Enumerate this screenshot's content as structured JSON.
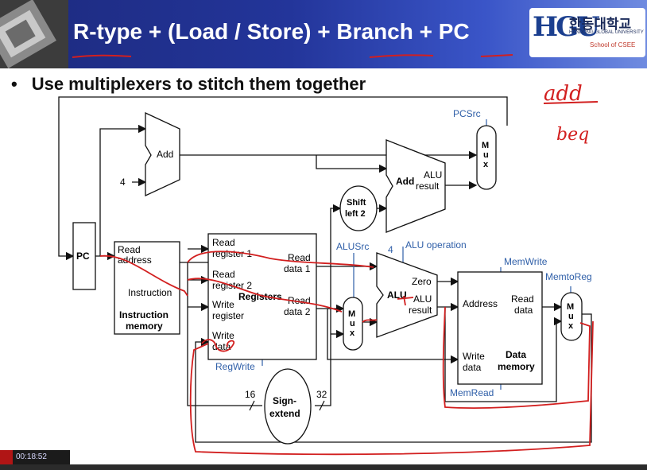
{
  "slide": {
    "title": "R-type + (Load / Store) + Branch + PC",
    "bullet": "Use multiplexers to stitch them together",
    "logo": {
      "mark": "HGU",
      "korean": "한동대학교",
      "english": "HANDONG GLOBAL UNIVERSITY",
      "school": "School of CSEE"
    },
    "recording_time": "00:18:52"
  },
  "diagram": {
    "pc": "PC",
    "add_top": "Add",
    "const_four": "4",
    "branch_add": "Add",
    "alu_result_label_1": "ALU",
    "alu_result_label_2": "result",
    "shift_1": "Shift",
    "shift_2": "left 2",
    "pcsrc": "PCSrc",
    "mux_letters": [
      "M",
      "u",
      "x"
    ],
    "imem_read_1": "Read",
    "imem_read_2": "address",
    "imem_instruction": "Instruction",
    "imem_name_1": "Instruction",
    "imem_name_2": "memory",
    "reg_read1_a": "Read",
    "reg_read1_b": "register 1",
    "reg_read2_a": "Read",
    "reg_read2_b": "register 2",
    "reg_write_a": "Write",
    "reg_write_b": "register",
    "reg_wdata_a": "Write",
    "reg_wdata_b": "data",
    "registers": "Registers",
    "read_data1_a": "Read",
    "read_data1_b": "data 1",
    "read_data2_a": "Read",
    "read_data2_b": "data 2",
    "regwrite": "RegWrite",
    "alusrc": "ALUSrc",
    "alu_op_4": "4",
    "alu_operation": "ALU operation",
    "alu": "ALU",
    "zero": "Zero",
    "alu_res_1": "ALU",
    "alu_res_2": "result",
    "memwrite": "MemWrite",
    "memtoreg": "MemtoReg",
    "dmem_address": "Address",
    "dmem_read_1": "Read",
    "dmem_read_2": "data",
    "dmem_wdata_1": "Write",
    "dmem_wdata_2": "data",
    "dmem_name_1": "Data",
    "dmem_name_2": "memory",
    "memread": "MemRead",
    "sign_1": "Sign-",
    "sign_2": "extend",
    "bits_16": "16",
    "bits_32": "32"
  },
  "annotations": {
    "handwritten_1": "add",
    "handwritten_2": "beq"
  },
  "colors": {
    "banner": "#23359a",
    "control": "#2f5fa8",
    "ink": "#d21f1f",
    "wire": "#111111"
  }
}
